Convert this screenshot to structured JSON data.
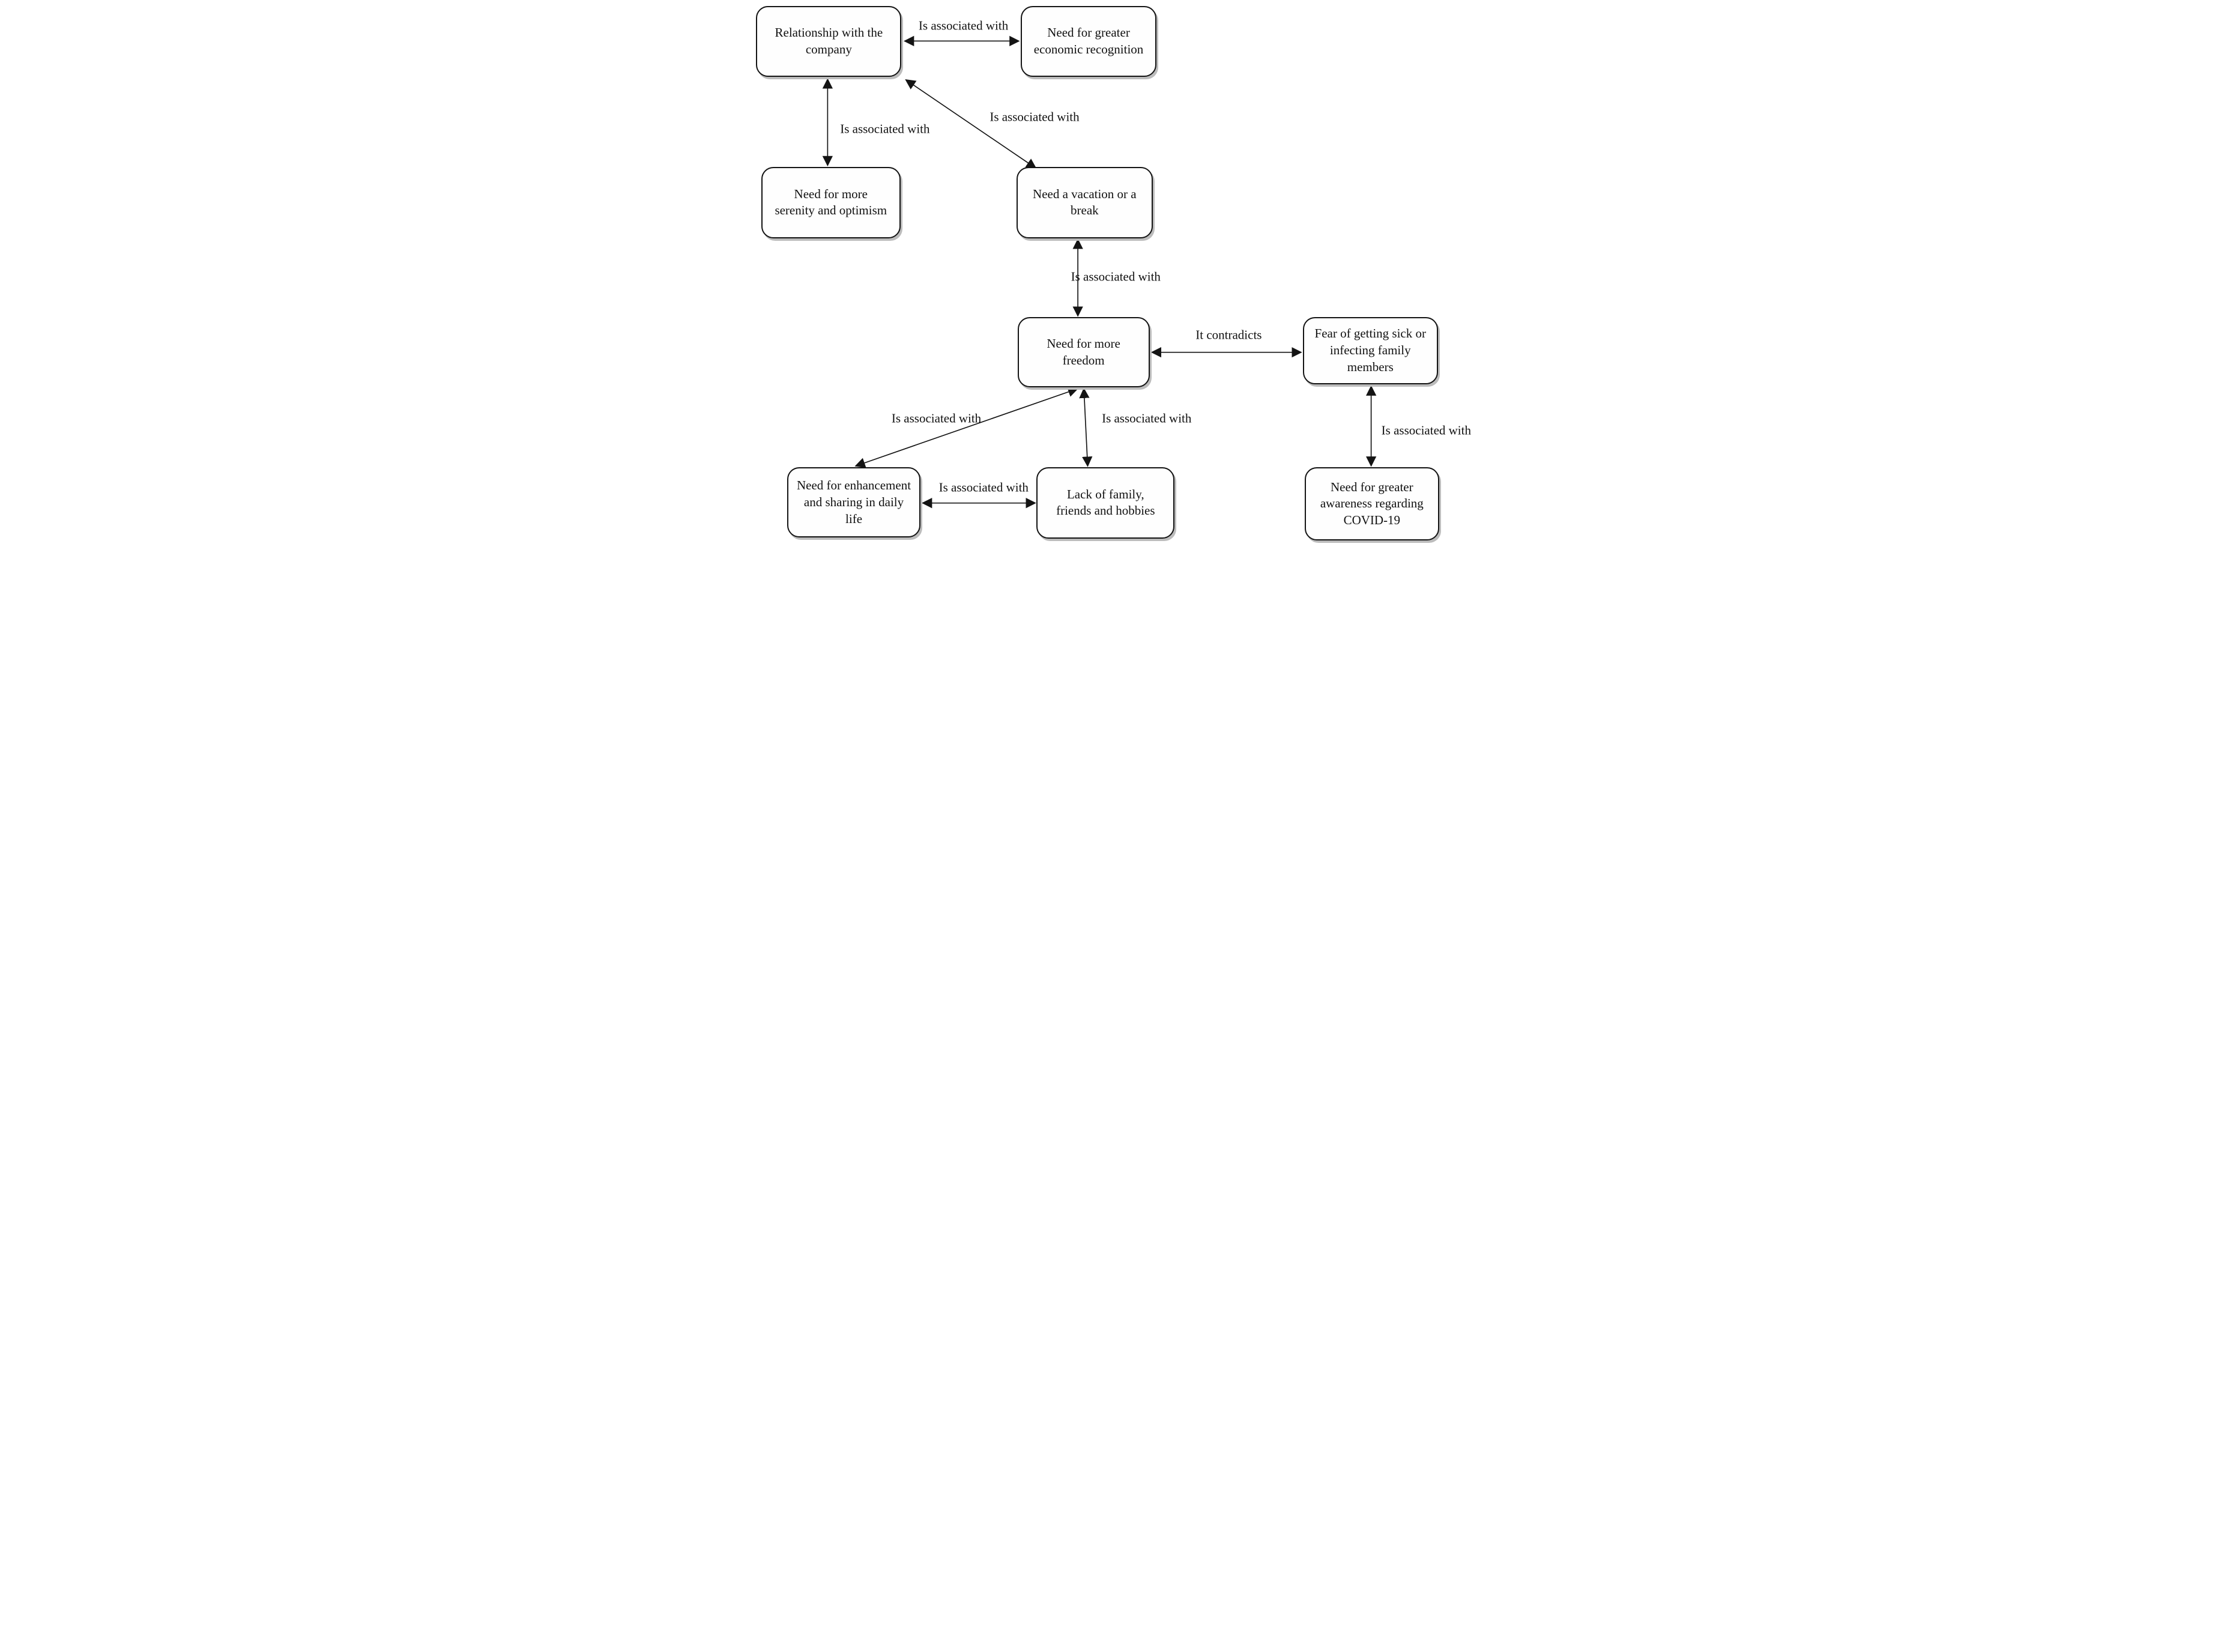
{
  "diagram": {
    "type": "concept-map",
    "background_color": "#ffffff",
    "box_fill_color": "#fefefe",
    "stroke_color": "#141414",
    "shadow_color": "#bcbcbc",
    "nodes": [
      {
        "id": "relationship-with-the-company",
        "label": "Relationship with the\ncompany"
      },
      {
        "id": "need-for-greater-economic-recognition",
        "label": "Need for greater\neconomic recognition"
      },
      {
        "id": "need-for-more-serenity-and-optimism",
        "label": "Need for more\nserenity and optimism"
      },
      {
        "id": "need-a-vacation-or-a-break",
        "label": "Need a vacation or a\nbreak"
      },
      {
        "id": "need-for-more-freedom",
        "label": "Need for more\nfreedom"
      },
      {
        "id": "fear-of-getting-sick-or-infecting-family-members",
        "label": "Fear of getting sick or\ninfecting family\nmembers"
      },
      {
        "id": "need-for-enhancement-and-sharing-in-daily-life",
        "label": "Need for enhancement\nand sharing in daily\nlife"
      },
      {
        "id": "lack-of-family-friends-and-hobbies",
        "label": "Lack of family,\nfriends and hobbies"
      },
      {
        "id": "need-for-greater-awareness-regarding-covid-19",
        "label": "Need for greater\nawareness regarding\nCOVID-19"
      }
    ],
    "edges": [
      {
        "from": "relationship-with-the-company",
        "to": "need-for-greater-economic-recognition",
        "label": "Is associated with",
        "style": "double-arrow"
      },
      {
        "from": "relationship-with-the-company",
        "to": "need-for-more-serenity-and-optimism",
        "label": "Is associated with",
        "style": "double-arrow"
      },
      {
        "from": "relationship-with-the-company",
        "to": "need-a-vacation-or-a-break",
        "label": "Is associated with",
        "style": "double-arrow"
      },
      {
        "from": "need-a-vacation-or-a-break",
        "to": "need-for-more-freedom",
        "label": "Is associated with",
        "style": "double-arrow"
      },
      {
        "from": "need-for-more-freedom",
        "to": "fear-of-getting-sick-or-infecting-family-members",
        "label": "It contradicts",
        "style": "double-arrow"
      },
      {
        "from": "need-for-more-freedom",
        "to": "need-for-enhancement-and-sharing-in-daily-life",
        "label": "Is associated with",
        "style": "double-arrow"
      },
      {
        "from": "need-for-more-freedom",
        "to": "lack-of-family-friends-and-hobbies",
        "label": "Is associated with",
        "style": "double-arrow"
      },
      {
        "from": "need-for-enhancement-and-sharing-in-daily-life",
        "to": "lack-of-family-friends-and-hobbies",
        "label": "Is associated with",
        "style": "double-arrow"
      },
      {
        "from": "fear-of-getting-sick-or-infecting-family-members",
        "to": "need-for-greater-awareness-regarding-covid-19",
        "label": "Is associated with",
        "style": "double-arrow"
      }
    ]
  }
}
